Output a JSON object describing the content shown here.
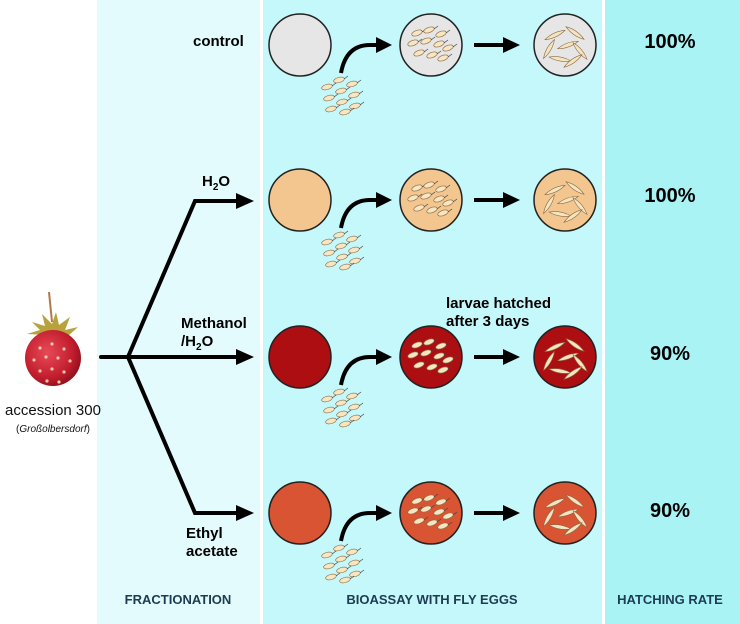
{
  "colors": {
    "fractionation_panel": "#e3fbfc",
    "bioassay_panel": "#c5f8fa",
    "hatching_panel": "#a9f3f5",
    "control_dish": "#e6e6e6",
    "water_dish": "#f2c68e",
    "methanol_dish": "#ac0e12",
    "ethyl_dish": "#d85433",
    "egg": "#f7e6c1",
    "larva": "#f4e4c0"
  },
  "sample": {
    "name": "accession 300",
    "origin": "Großolbersdorf",
    "icon": "wild-strawberry-icon"
  },
  "fractions": [
    {
      "key": "h2o",
      "label_main": "H",
      "label_sub": "2",
      "label_end": "O"
    },
    {
      "key": "methanol",
      "label_line1": "Methanol",
      "label_line2": "/H",
      "label_sub": "2",
      "label_end": "O"
    },
    {
      "key": "ethyl",
      "label_line1": "Ethyl",
      "label_line2": "acetate"
    }
  ],
  "rows": [
    {
      "key": "control",
      "label": "control",
      "rate": "100%"
    },
    {
      "key": "h2o",
      "rate": "100%"
    },
    {
      "key": "methanol",
      "rate": "90%",
      "note_line1": "larvae hatched",
      "note_line2": "after 3 days"
    },
    {
      "key": "ethyl",
      "rate": "90%"
    }
  ],
  "footer": {
    "fractionation": "FRACTIONATION",
    "bioassay": "BIOASSAY WITH FLY EGGS",
    "hatching": "HATCHING RATE"
  }
}
